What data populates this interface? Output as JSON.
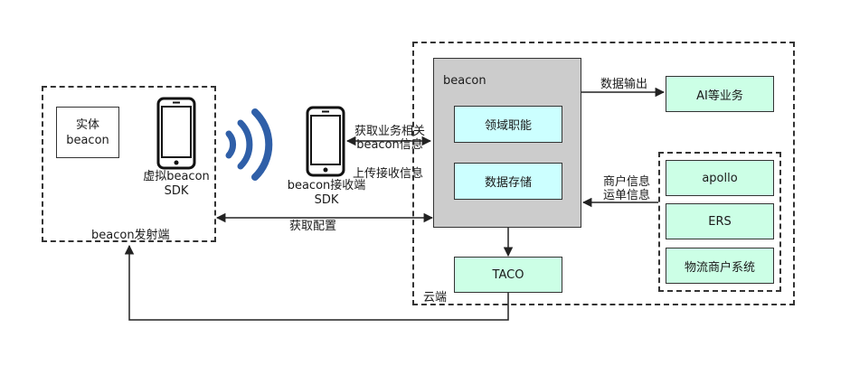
{
  "emitter_group": {
    "label": "beacon发射端",
    "physical_beacon": "实体\nbeacon",
    "virtual_beacon": "虚拟beacon\nSDK"
  },
  "receiver": {
    "label": "beacon接收端\nSDK"
  },
  "cloud_group": {
    "label": "云端",
    "beacon_box": {
      "title": "beacon",
      "domain_function": "领域职能",
      "data_storage": "数据存储"
    },
    "taco": "TACO",
    "ai_business": "AI等业务",
    "upstream": {
      "apollo": "apollo",
      "ers": "ERS",
      "logistics_merchant": "物流商户系统"
    }
  },
  "edges": {
    "get_beacon_info": "获取业务相关\nbeacon信息",
    "upload_receive_info": "上传接收信息",
    "get_config": "获取配置",
    "data_output": "数据输出",
    "merchant_waybill_info": "商户信息\n运单信息"
  },
  "colors": {
    "green_fill": "#ccffe6",
    "cyan_fill": "#ccffff",
    "gray_fill": "#cccccc",
    "signal_blue": "#2f5fa8",
    "stroke": "#333333"
  }
}
